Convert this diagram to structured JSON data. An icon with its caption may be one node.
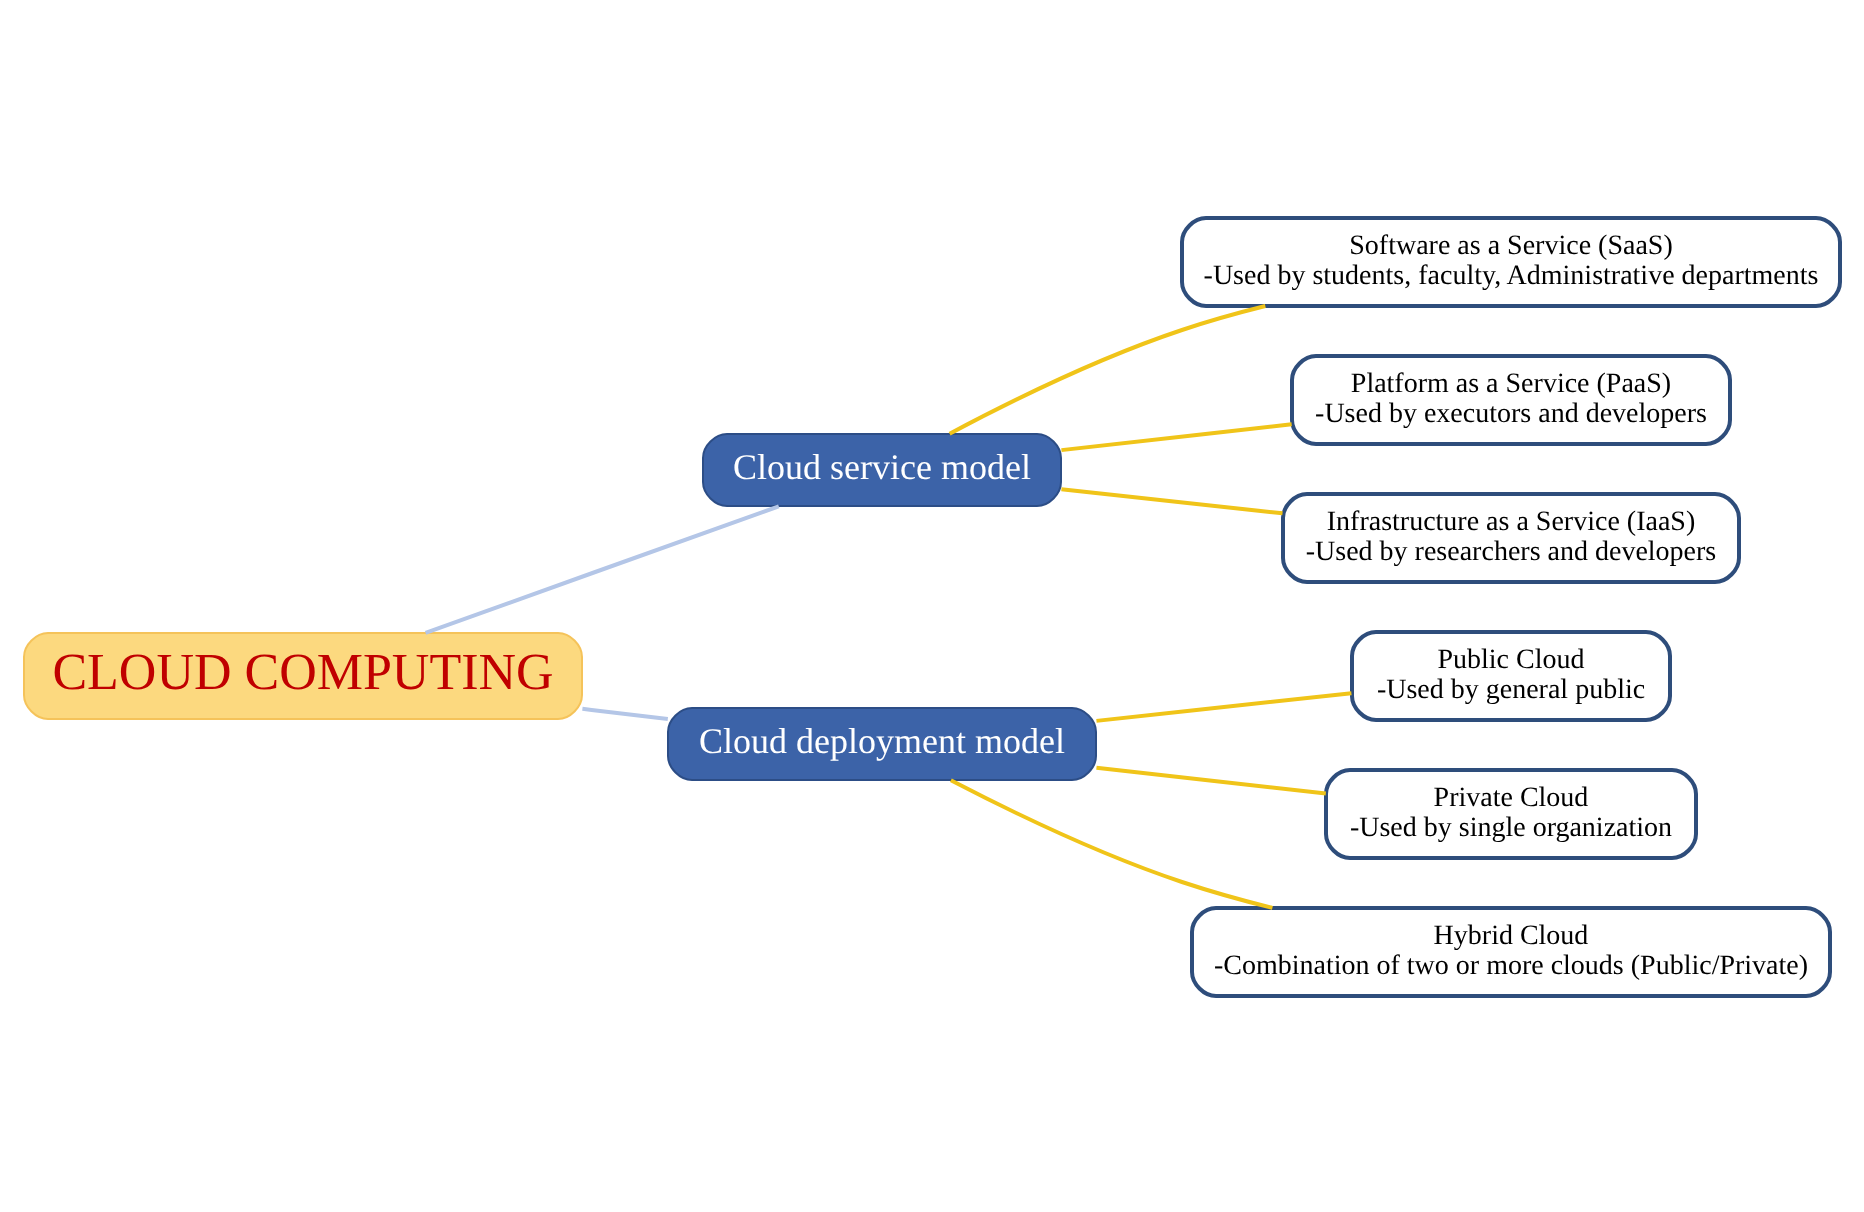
{
  "diagram": {
    "nodes": [
      {
        "text": [
          "CLOUD COMPUTING"
        ]
      },
      {
        "text": [
          "Cloud service model"
        ]
      },
      {
        "text": [
          "Cloud deployment model"
        ]
      },
      {
        "text": [
          "Software as a Service (SaaS)",
          "-Used by students, faculty, Administrative departments"
        ]
      },
      {
        "text": [
          "Platform as a Service (PaaS)",
          "-Used by executors and developers"
        ]
      },
      {
        "text": [
          "Infrastructure as a Service (IaaS)",
          "-Used by researchers and developers"
        ]
      },
      {
        "text": [
          "Public Cloud",
          "-Used by general public"
        ]
      },
      {
        "text": [
          "Private Cloud",
          "-Used by single organization"
        ]
      },
      {
        "text": [
          "Hybrid Cloud",
          "-Combination of two or more clouds (Public/Private)"
        ]
      }
    ],
    "edges": [
      {
        "from": 0,
        "to": 1,
        "arrow": "none",
        "color": "#b4c6e7"
      },
      {
        "from": 0,
        "to": 2,
        "arrow": "none",
        "color": "#b4c6e7"
      },
      {
        "from": 1,
        "to": 3,
        "arrow": "none"
      },
      {
        "from": 1,
        "to": 4,
        "arrow": "none"
      },
      {
        "from": 1,
        "to": 5,
        "arrow": "none"
      },
      {
        "from": 2,
        "to": 6,
        "arrow": "none"
      },
      {
        "from": 2,
        "to": 7,
        "arrow": "none"
      },
      {
        "from": 2,
        "to": 8,
        "arrow": "none"
      }
    ]
  }
}
